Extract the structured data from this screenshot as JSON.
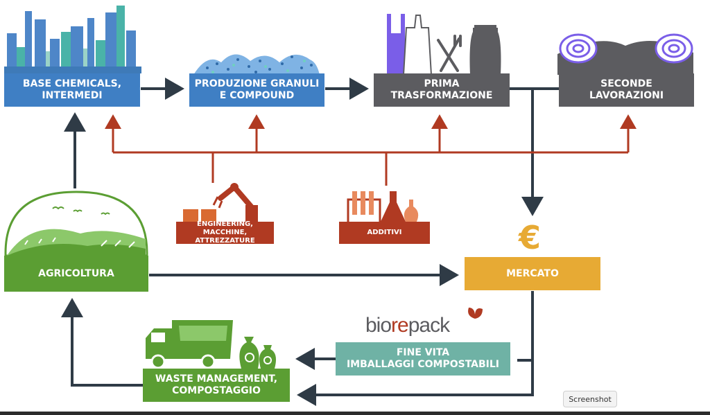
{
  "boxes": {
    "base_chemicals": [
      "BASE CHEMICALS,",
      "INTERMEDI"
    ],
    "produzione": [
      "PRODUZIONE GRANULI",
      "E COMPOUND"
    ],
    "prima": [
      "PRIMA",
      "TRASFORMAZIONE"
    ],
    "seconde": [
      "SECONDE",
      "LAVORAZIONI"
    ],
    "engineering": [
      "ENGINEERING, MACCHINE,",
      "ATTREZZATURE"
    ],
    "additivi": "ADDITIVI",
    "agricoltura": "AGRICOLTURA",
    "mercato": "MERCATO",
    "fine_vita": [
      "FINE VITA",
      "IMBALLAGGI COMPOSTABILI"
    ],
    "waste": [
      "WASTE MANAGEMENT,",
      "COMPOSTAGGIO"
    ]
  },
  "brand": {
    "part1": "bio",
    "part2": "re",
    "part3": "pack"
  },
  "euro_symbol": "€",
  "tooltip": "Screenshot",
  "colors": {
    "blue": "#3f7fc4",
    "gray": "#5c5c60",
    "red": "#b03a22",
    "green": "#5b9e33",
    "gold": "#e7aa34",
    "teal": "#6fb2a5",
    "dark_arrow": "#2f3b46"
  }
}
